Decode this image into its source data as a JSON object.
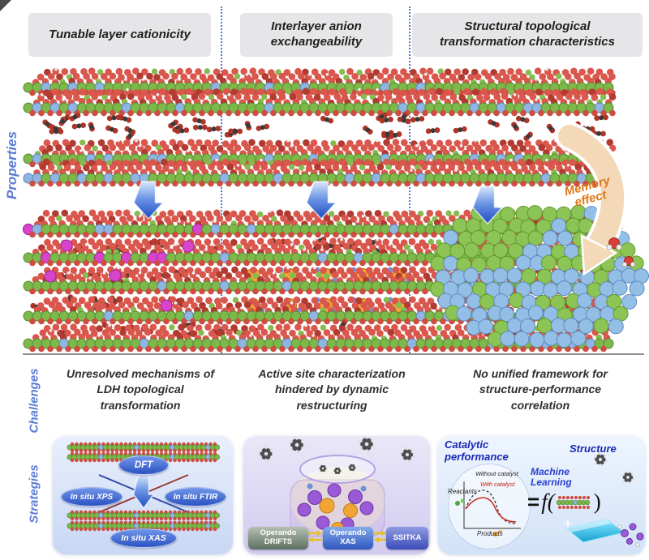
{
  "properties": {
    "section_label": "Properties",
    "headers": [
      "Tunable layer cationicity",
      "Interlayer anion exchangeability",
      "Structural topological transformation characteristics"
    ],
    "memory_effect": "Memory effect"
  },
  "challenges": {
    "section_label": "Challenges",
    "items": [
      "Unresolved mechanisms of LDH topological transformation",
      "Active site characterization hindered by dynamic restructuring",
      "No unified framework for structure-performance correlation"
    ]
  },
  "strategies": {
    "section_label": "Strategies",
    "dft_panel": {
      "dft": "DFT",
      "insitu_xps": "In situ XPS",
      "insitu_ftir": "In situ FTIR",
      "insitu_xas": "In situ XAS"
    },
    "operando_panel": {
      "drifts": "Operando DRIFTS",
      "xas": "Operando XAS",
      "ssitka": "SSITKA"
    },
    "ml_panel": {
      "catalytic_performance": "Catalytic performance",
      "structure": "Structure",
      "machine_learning": "Machine Learning",
      "without_catalyst": "Without catalyst",
      "with_catalyst": "With catalyst",
      "reactants": "Reactants",
      "products": "Products",
      "equation_equals": "=",
      "equation_f": "f(",
      "equation_close": ")"
    }
  },
  "colors": {
    "section_label_blue": "#5b7bd5",
    "memory_orange": "#e07818",
    "arrow_blue": "#2a52c2",
    "header_bg": "#e6e6e8",
    "green_atom": "#7cb84a",
    "red_atom": "#d9574c",
    "blue_atom": "#8fb6e0",
    "magenta_atom": "#d844cc",
    "orange_atom": "#f2a434"
  }
}
